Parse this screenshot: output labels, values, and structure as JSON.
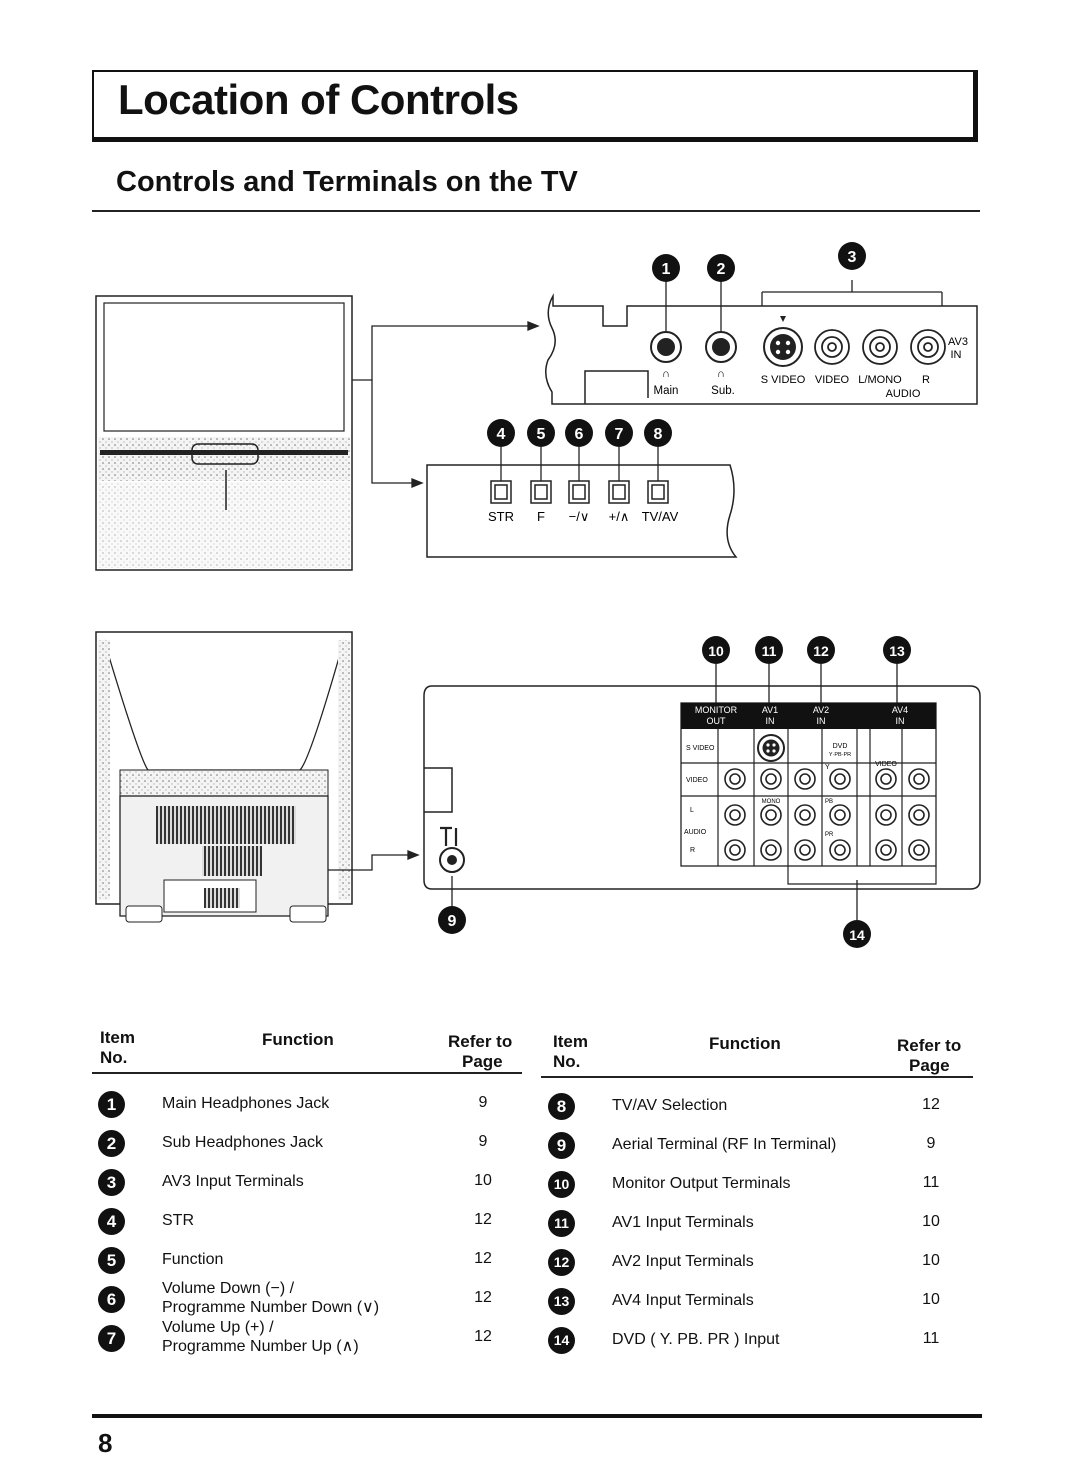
{
  "page": {
    "title": "Location of Controls",
    "subtitle": "Controls and Terminals on the TV",
    "page_number": "8"
  },
  "diagram": {
    "top_panel": {
      "callouts": [
        "1",
        "2",
        "3"
      ],
      "jack_labels": [
        "Main",
        "Sub."
      ],
      "av3_labels": [
        "S VIDEO",
        "VIDEO",
        "L/MONO",
        "R",
        "AUDIO",
        "AV3",
        "IN"
      ]
    },
    "front_buttons": {
      "callouts": [
        "4",
        "5",
        "6",
        "7",
        "8"
      ],
      "labels": [
        "STR",
        "F",
        "−/∨",
        "+/∧",
        "TV/AV"
      ]
    },
    "rear_panel": {
      "callouts": [
        "10",
        "11",
        "12",
        "13",
        "9",
        "14"
      ],
      "headers": [
        [
          "MONITOR",
          "OUT"
        ],
        [
          "AV1",
          "IN"
        ],
        [
          "AV2",
          "IN"
        ],
        [
          "AV4",
          "IN"
        ]
      ],
      "row_labels": [
        "S VIDEO",
        "VIDEO",
        "L",
        "AUDIO",
        "R"
      ],
      "small_labels": [
        "DVD",
        "Y·PB·PR",
        "Y",
        "MONO",
        "PB",
        "PR",
        "VIDEO"
      ]
    }
  },
  "table": {
    "headers": {
      "item": "Item",
      "no": "No.",
      "function": "Function",
      "refer": "Refer to",
      "page": "Page"
    },
    "left": [
      {
        "num": "1",
        "function": [
          "Main Headphones Jack"
        ],
        "page": "9"
      },
      {
        "num": "2",
        "function": [
          "Sub Headphones Jack"
        ],
        "page": "9"
      },
      {
        "num": "3",
        "function": [
          "AV3 Input Terminals"
        ],
        "page": "10"
      },
      {
        "num": "4",
        "function": [
          "STR"
        ],
        "page": "12"
      },
      {
        "num": "5",
        "function": [
          "Function"
        ],
        "page": "12"
      },
      {
        "num": "6",
        "function": [
          "Volume Down (−) /",
          "Programme Number Down (∨)"
        ],
        "page": "12"
      },
      {
        "num": "7",
        "function": [
          "Volume Up (+) /",
          "Programme Number Up (∧)"
        ],
        "page": "12"
      }
    ],
    "right": [
      {
        "num": "8",
        "function": [
          "TV/AV Selection"
        ],
        "page": "12"
      },
      {
        "num": "9",
        "function": [
          "Aerial Terminal (RF In Terminal)"
        ],
        "page": "9"
      },
      {
        "num": "10",
        "function": [
          "Monitor Output Terminals"
        ],
        "page": "11"
      },
      {
        "num": "11",
        "function": [
          "AV1 Input Terminals"
        ],
        "page": "10"
      },
      {
        "num": "12",
        "function": [
          "AV2 Input Terminals"
        ],
        "page": "10"
      },
      {
        "num": "13",
        "function": [
          "AV4 Input Terminals"
        ],
        "page": "10"
      },
      {
        "num": "14",
        "function": [
          "DVD ( Y. PB. PR ) Input"
        ],
        "page": "11"
      }
    ]
  }
}
